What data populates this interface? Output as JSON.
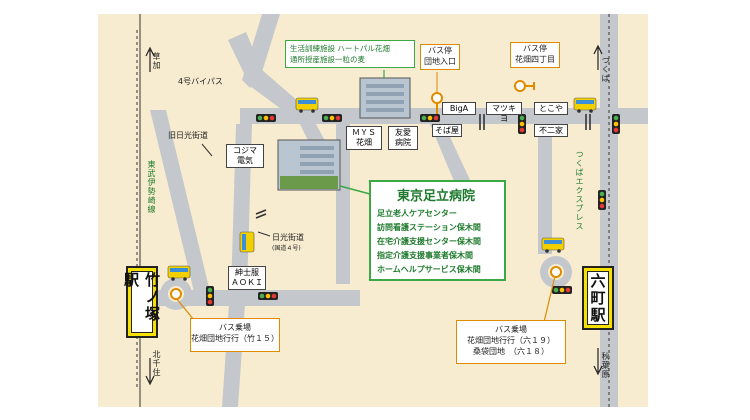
{
  "colors": {
    "bg": "#f8ecd0",
    "road": "#c4c8cc",
    "green": "#3aa844",
    "orange": "#e08a00",
    "yellow": "#f5e000"
  },
  "stations": {
    "left": "竹ノ塚駅",
    "right": "六町駅"
  },
  "rail_labels": {
    "tobu_line": "東武伊勢崎線",
    "tx_line": "つくばエクスプレス",
    "up_left": "草加",
    "down_left": "北千住",
    "up_right": "つくば",
    "down_right": "秋葉原"
  },
  "roads": {
    "bypass": "4号バイパス",
    "old_nikko": "旧日光街道",
    "nikko": "日光街道",
    "nikko_sub": "(国道４号)"
  },
  "landmarks": {
    "kojima": "コジマ\n電気",
    "mys": "ＭＹＳ\n花畑",
    "yuai": "友愛\n病院",
    "shinshifuku": "紳士服\nＡＯＫＩ",
    "biga": "BigA",
    "matsukiyo": "マツキヨ",
    "tokoya": "とこや",
    "sobaya": "そば屋",
    "nichome": "不二家"
  },
  "facility_box": {
    "line1": "生活訓練施設 ハートパル花畑",
    "line2": "通所授産施設一粒の麦"
  },
  "hospital": {
    "name": "東京足立病院",
    "services": [
      "足立老人ケアセンター",
      "訪問看護ステーション保木間",
      "在宅介護支援センター保木間",
      "指定介護支援事業者保木間",
      "ホームヘルプサービス保木間"
    ]
  },
  "bus_stops": {
    "danchi": {
      "title": "バス停",
      "name": "団地入口"
    },
    "yonchome": {
      "title": "バス停",
      "name": "花畑四丁目"
    },
    "left_terminal": {
      "title": "バス乗場",
      "route": "花畑団地行行（竹１５）"
    },
    "right_terminal": {
      "title": "バス乗場",
      "route1": "花畑団地行行（六１９）",
      "route2": "桑袋団地　（六１８）"
    }
  }
}
